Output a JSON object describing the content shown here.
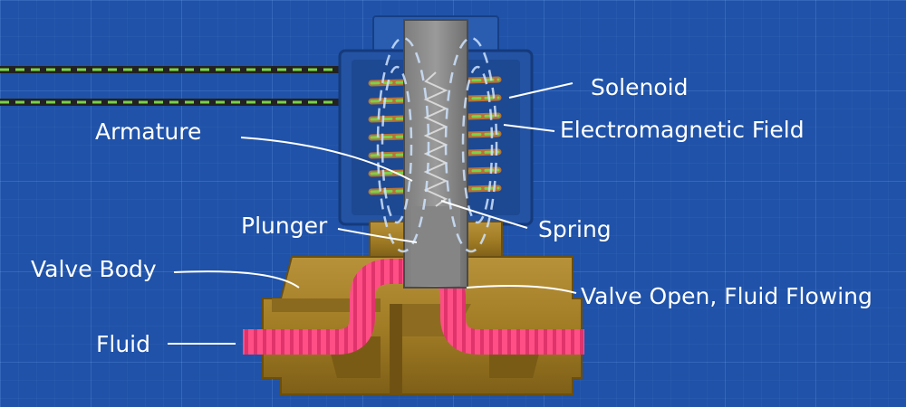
{
  "labels": {
    "solenoid": "Solenoid",
    "field": "Electromagnetic Field",
    "armature": "Armature",
    "plunger": "Plunger",
    "spring": "Spring",
    "valve_body": "Valve Body",
    "valve_open": "Valve Open, Fluid Flowing",
    "fluid": "Fluid"
  },
  "colors": {
    "background": "#1f52a8",
    "housing": "#2352a0",
    "brass": "#a9852a",
    "armature": "#8e8e8e",
    "coil": "#b5743a",
    "wire_dash": "#7bd14a",
    "field": "#cfe4ff",
    "fluid": "#ff4f86",
    "label": "#ffffff"
  }
}
